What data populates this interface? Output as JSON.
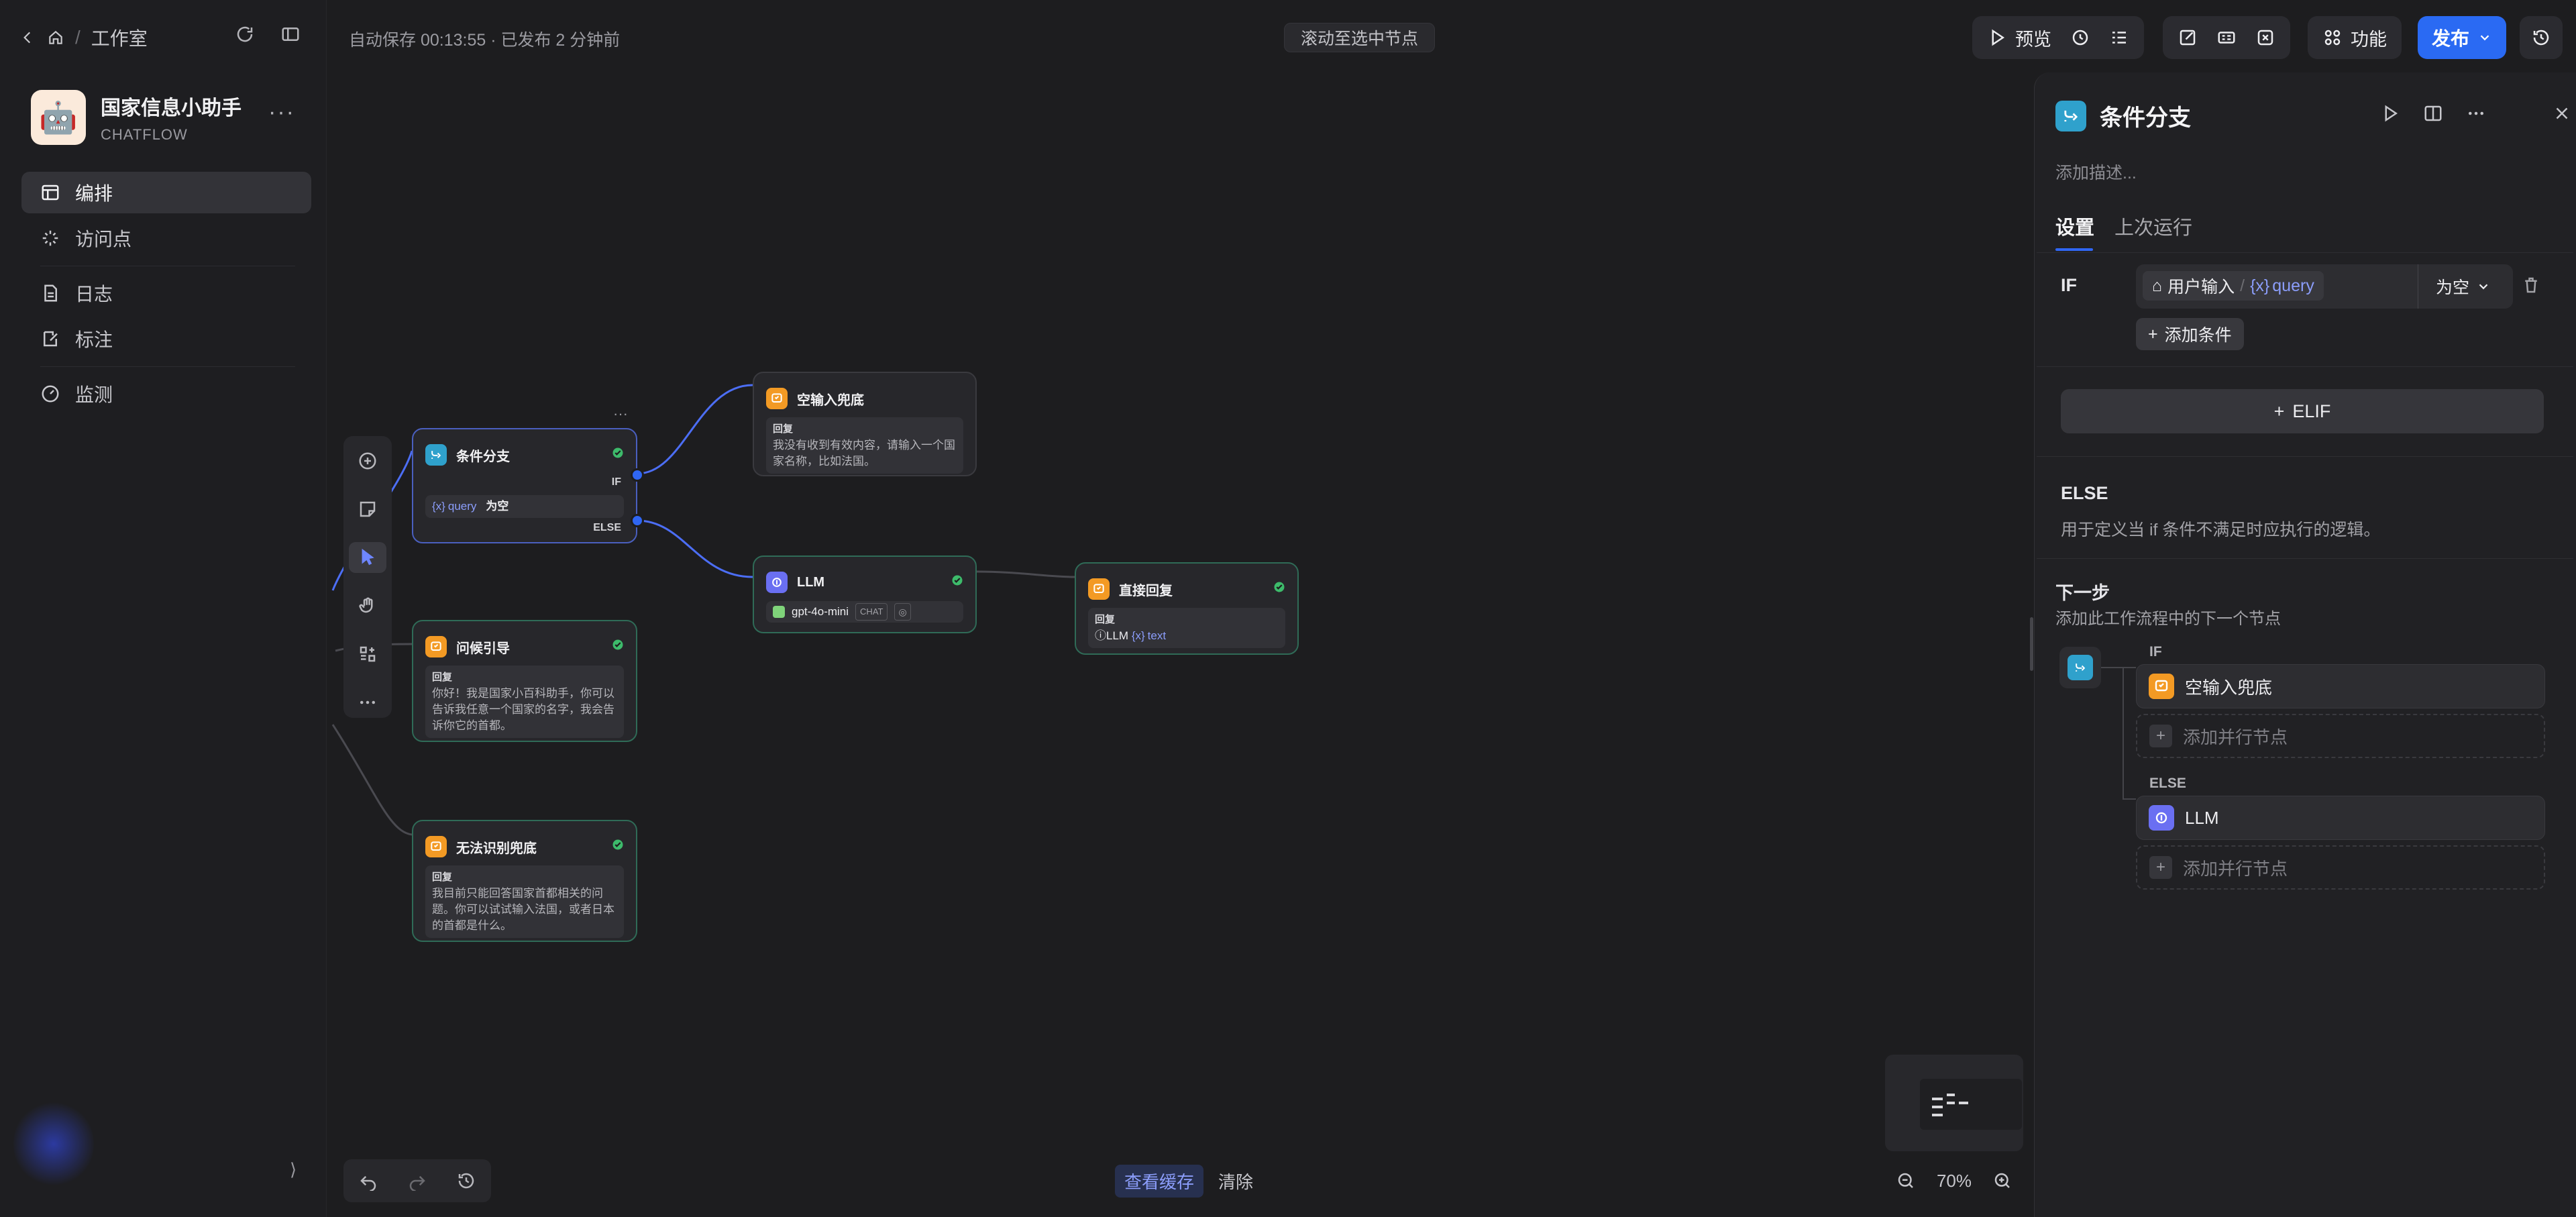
{
  "sidebar": {
    "breadcrumb": "工作室",
    "app_name": "国家信息小助手",
    "app_type": "CHATFLOW",
    "app_icon": "🤖",
    "nav": {
      "edit": "编排",
      "access": "访问点",
      "logs": "日志",
      "annotate": "标注",
      "monitor": "监测"
    }
  },
  "topbar": {
    "autosave": "自动保存 00:13:55 · 已发布 2 分钟前",
    "scroll_to_node": "滚动至选中节点",
    "preview": "预览",
    "features": "功能",
    "publish": "发布"
  },
  "canvas": {
    "nodes": {
      "if_node": {
        "title": "条件分支",
        "var": "query",
        "op": "为空",
        "if_label": "IF",
        "else_label": "ELSE"
      },
      "empty_reply": {
        "title": "空输入兜底",
        "label": "回复",
        "text": "我没有收到有效内容，请输入一个国家名称，比如法国。"
      },
      "llm": {
        "title": "LLM",
        "model": "gpt-4o-mini",
        "badge": "CHAT"
      },
      "direct_reply": {
        "title": "直接回复",
        "label": "回复",
        "src": "LLM",
        "var": "text"
      },
      "question_guide": {
        "title": "问候引导",
        "label": "回复",
        "text": "你好！我是国家小百科助手，你可以告诉我任意一个国家的名字，我会告诉你它的首都。"
      },
      "fallback": {
        "title": "无法识别兜底",
        "label": "回复",
        "text": "我目前只能回答国家首都相关的问题。你可以试试输入法国，或者日本的首都是什么。"
      }
    },
    "zoom": "70%",
    "view_cache": "查看缓存",
    "clear": "清除"
  },
  "panel": {
    "title": "条件分支",
    "desc_placeholder": "添加描述...",
    "tabs": {
      "settings": "设置",
      "last_run": "上次运行"
    },
    "if_label": "IF",
    "condition": {
      "source": "用户输入",
      "var": "query",
      "op": "为空"
    },
    "add_condition": "添加条件",
    "elif": "ELIF",
    "else_label": "ELSE",
    "else_desc": "用于定义当 if 条件不满足时应执行的逻辑。",
    "next_title": "下一步",
    "next_desc": "添加此工作流程中的下一个节点",
    "branches": {
      "if": {
        "label": "IF",
        "node": "空输入兜底",
        "add": "添加并行节点"
      },
      "else": {
        "label": "ELSE",
        "node": "LLM",
        "add": "添加并行节点"
      }
    }
  },
  "colors": {
    "accent": "#2f66f3",
    "reply_icon": "#f39a24",
    "if_icon": "#2fa1cc",
    "llm_icon": "#6a6ff2",
    "ok": "#3dbb6b"
  }
}
